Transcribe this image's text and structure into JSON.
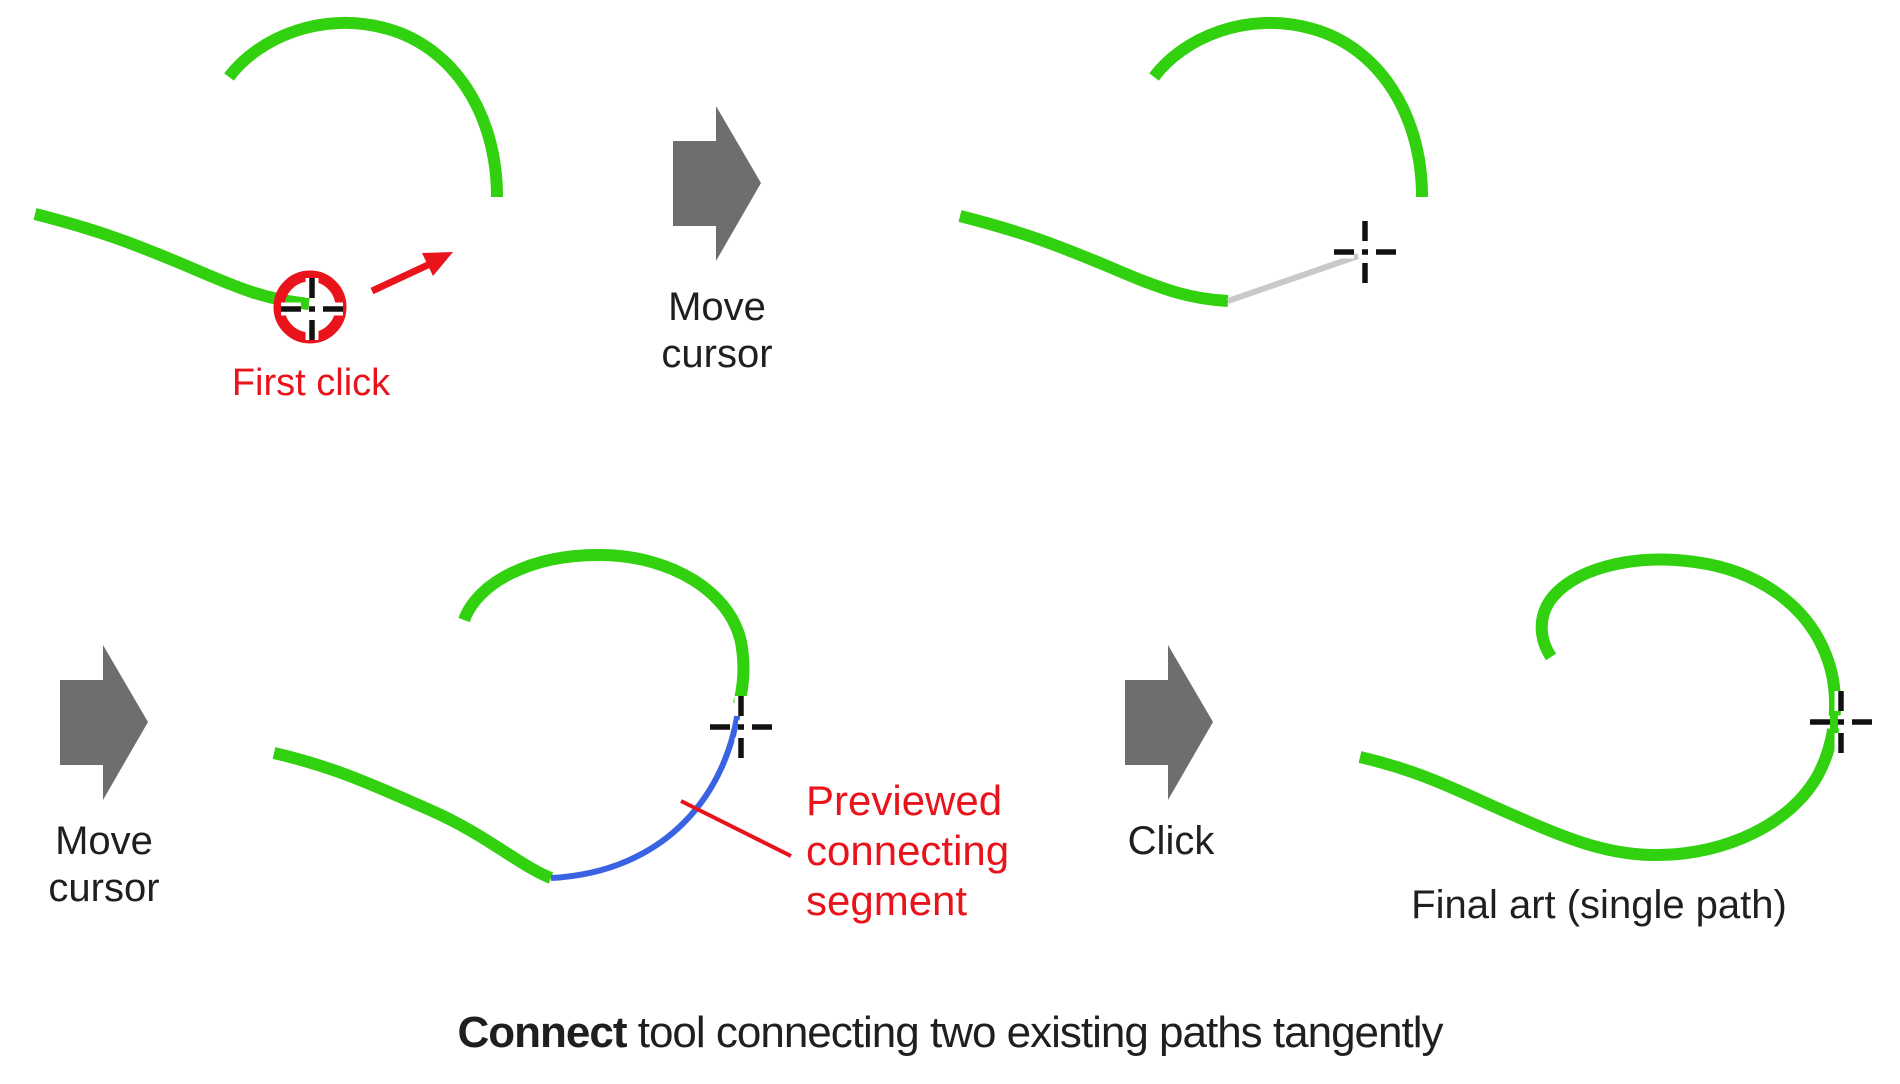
{
  "figure": {
    "caption_bold": "Connect",
    "caption_rest": " tool connecting two existing paths tangently"
  },
  "steps": {
    "step1": {
      "annotation": "First click"
    },
    "transition1": {
      "line1": "Move",
      "line2": "cursor"
    },
    "transition2": {
      "line1": "Move",
      "line2": "cursor"
    },
    "step3": {
      "callout_line1": "Previewed",
      "callout_line2": "connecting",
      "callout_line3": "segment"
    },
    "transition3": {
      "label": "Click"
    },
    "step4": {
      "caption": "Final art (single path)"
    }
  },
  "cursor": {
    "type": "crosshair"
  },
  "colors": {
    "path_green": "#31d10f",
    "preview_blue": "#3a63e3",
    "annotation_red": "#e8131b",
    "block_arrow_gray": "#6e6e6e",
    "preview_line_gray": "#c9c9c9",
    "text": "#1f1f1f"
  }
}
